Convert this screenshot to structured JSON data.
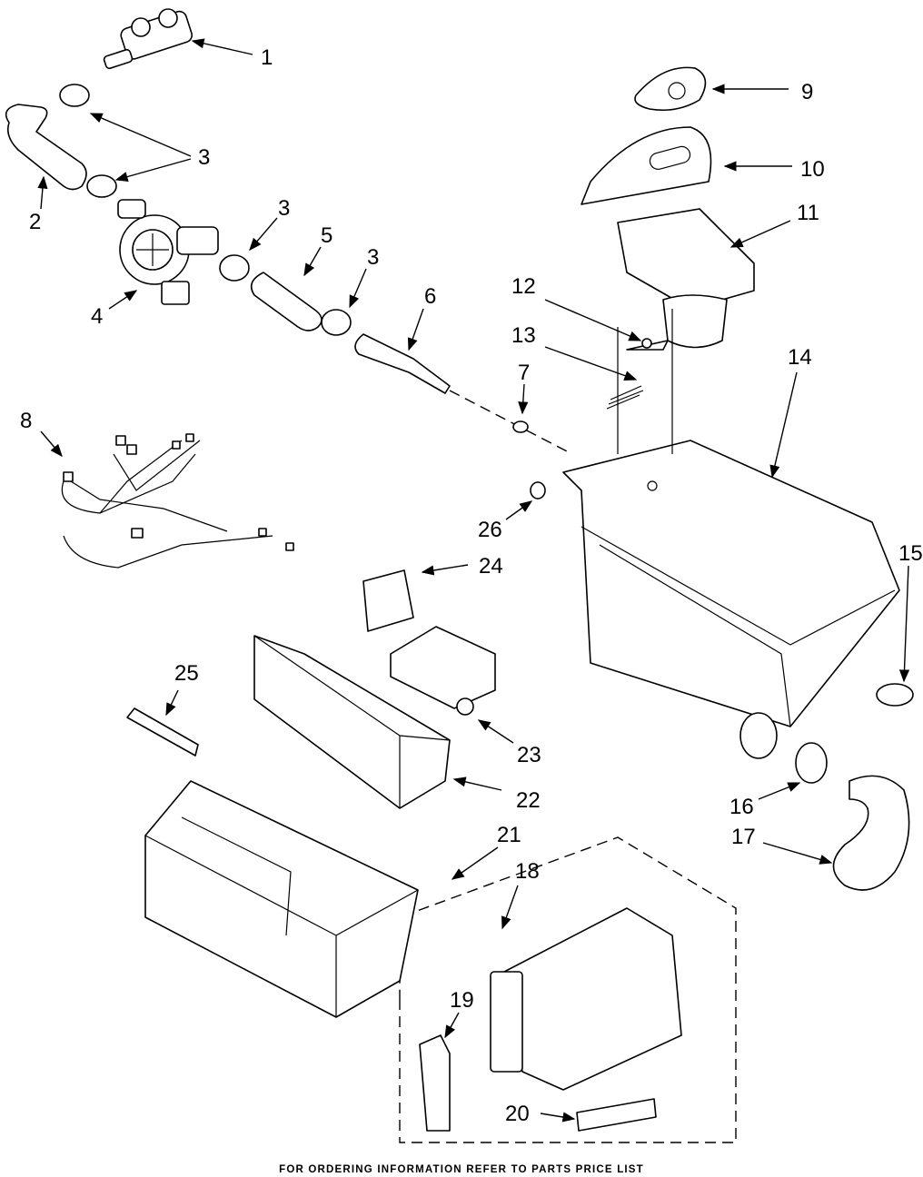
{
  "callouts": [
    "1",
    "3",
    "2",
    "3",
    "5",
    "3",
    "4",
    "6",
    "7",
    "8",
    "9",
    "10",
    "11",
    "12",
    "13",
    "14",
    "15",
    "16",
    "17",
    "18",
    "19",
    "20",
    "21",
    "22",
    "23",
    "24",
    "25",
    "26"
  ],
  "footer": "FOR ORDERING INFORMATION REFER TO PARTS PRICE LIST",
  "colors": {
    "line": "#000000",
    "background": "#ffffff"
  }
}
